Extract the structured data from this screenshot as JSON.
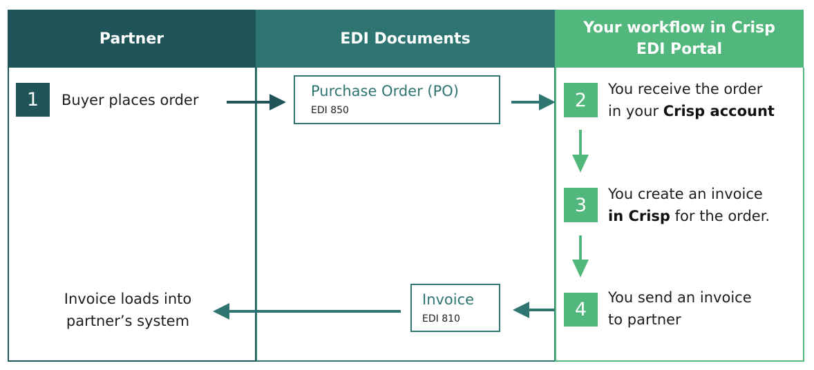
{
  "headers": {
    "partner": "Partner",
    "documents": "EDI Documents",
    "workflow": "Your workflow in Crisp\nEDI Portal"
  },
  "steps": {
    "s1": {
      "number": "1",
      "text": "Buyer places order"
    },
    "s2": {
      "number": "2",
      "line1": "You receive the order",
      "line2_pre": "in your ",
      "line2_bold": "Crisp account"
    },
    "s3": {
      "number": "3",
      "line1": "You create an invoice",
      "line2_bold": "in Crisp",
      "line2_post": " for the order."
    },
    "s4": {
      "number": "4",
      "line1": "You send an invoice",
      "line2": "to partner"
    }
  },
  "documents": {
    "po": {
      "title": "Purchase Order (PO)",
      "code": "EDI 850"
    },
    "invoice": {
      "title": "Invoice",
      "code": "EDI 810"
    }
  },
  "result": {
    "line1": "Invoice loads into",
    "line2": "partner’s system"
  },
  "colors": {
    "dark_teal": "#1f5458",
    "teal": "#2e7471",
    "green": "#52b77c",
    "arrow_dark": "#1f5458",
    "arrow_teal": "#2e7471",
    "arrow_green": "#52b77c"
  }
}
